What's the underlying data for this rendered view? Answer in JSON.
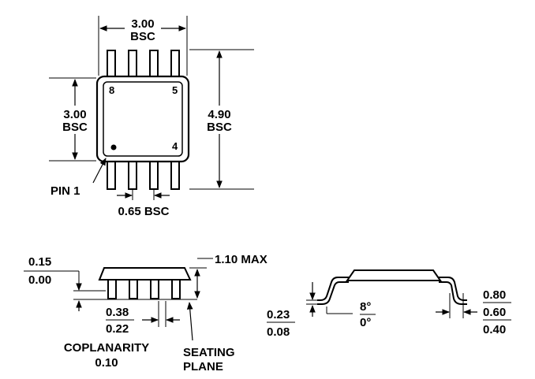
{
  "top_view": {
    "width_label": "3.00",
    "width_sub": "BSC",
    "height_label": "3.00",
    "height_sub": "BSC",
    "span_label": "4.90",
    "span_sub": "BSC",
    "pin_numbers": {
      "p8": "8",
      "p5": "5",
      "p4": "4"
    },
    "pin1_label": "PIN 1",
    "pitch_label": "0.65 BSC"
  },
  "side_view": {
    "standoff_top": "0.15",
    "standoff_bottom": "0.00",
    "height_label": "1.10 MAX",
    "lead_width_top": "0.38",
    "lead_width_bottom": "0.22",
    "coplanarity_label": "COPLANARITY",
    "coplanarity_value": "0.10",
    "seating_label_1": "SEATING",
    "seating_label_2": "PLANE"
  },
  "end_view": {
    "thickness_top": "0.23",
    "thickness_bottom": "0.08",
    "angle_top": "8°",
    "angle_bottom": "0°",
    "foot_top": "0.80",
    "foot_mid": "0.60",
    "foot_bottom": "0.40"
  }
}
